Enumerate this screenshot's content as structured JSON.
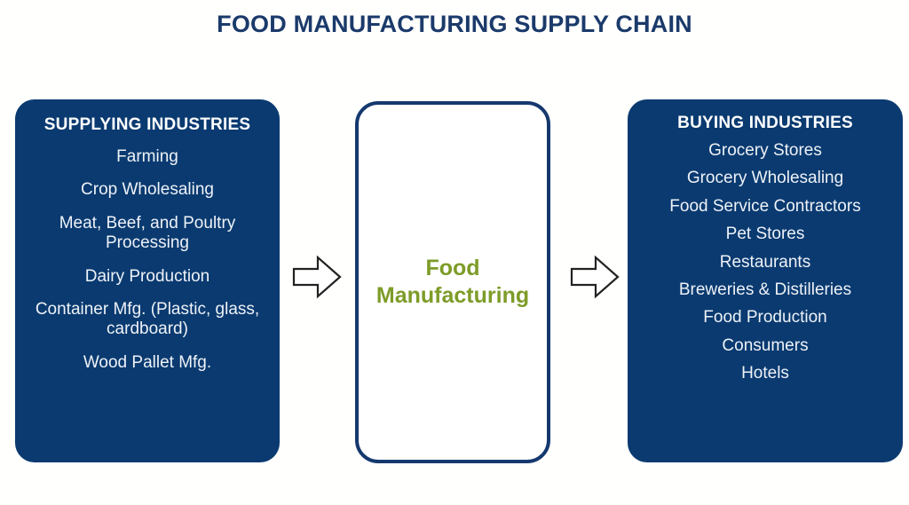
{
  "title": "FOOD MANUFACTURING SUPPLY CHAIN",
  "colors": {
    "panel_fill": "#0a3a70",
    "title_text": "#1b3a6b",
    "center_text": "#7d9c28",
    "center_border": "#15396e",
    "panel_text": "#eef2f7",
    "background": "#fffffd",
    "arrow_stroke": "#222222"
  },
  "supplying": {
    "heading": "SUPPLYING INDUSTRIES",
    "items": [
      "Farming",
      "Crop Wholesaling",
      "Meat, Beef, and Poultry Processing",
      "Dairy Production",
      "Container Mfg. (Plastic, glass, cardboard)",
      "Wood Pallet Mfg."
    ]
  },
  "center": {
    "label": "Food Manufacturing"
  },
  "buying": {
    "heading": "BUYING INDUSTRIES",
    "items": [
      "Grocery Stores",
      "Grocery Wholesaling",
      "Food Service Contractors",
      "Pet Stores",
      "Restaurants",
      "Breweries & Distilleries",
      "Food Production",
      "Consumers",
      "Hotels"
    ]
  },
  "arrows": [
    {
      "name": "arrow-supplying-to-center",
      "direction": "right"
    },
    {
      "name": "arrow-center-to-buying",
      "direction": "right"
    }
  ]
}
